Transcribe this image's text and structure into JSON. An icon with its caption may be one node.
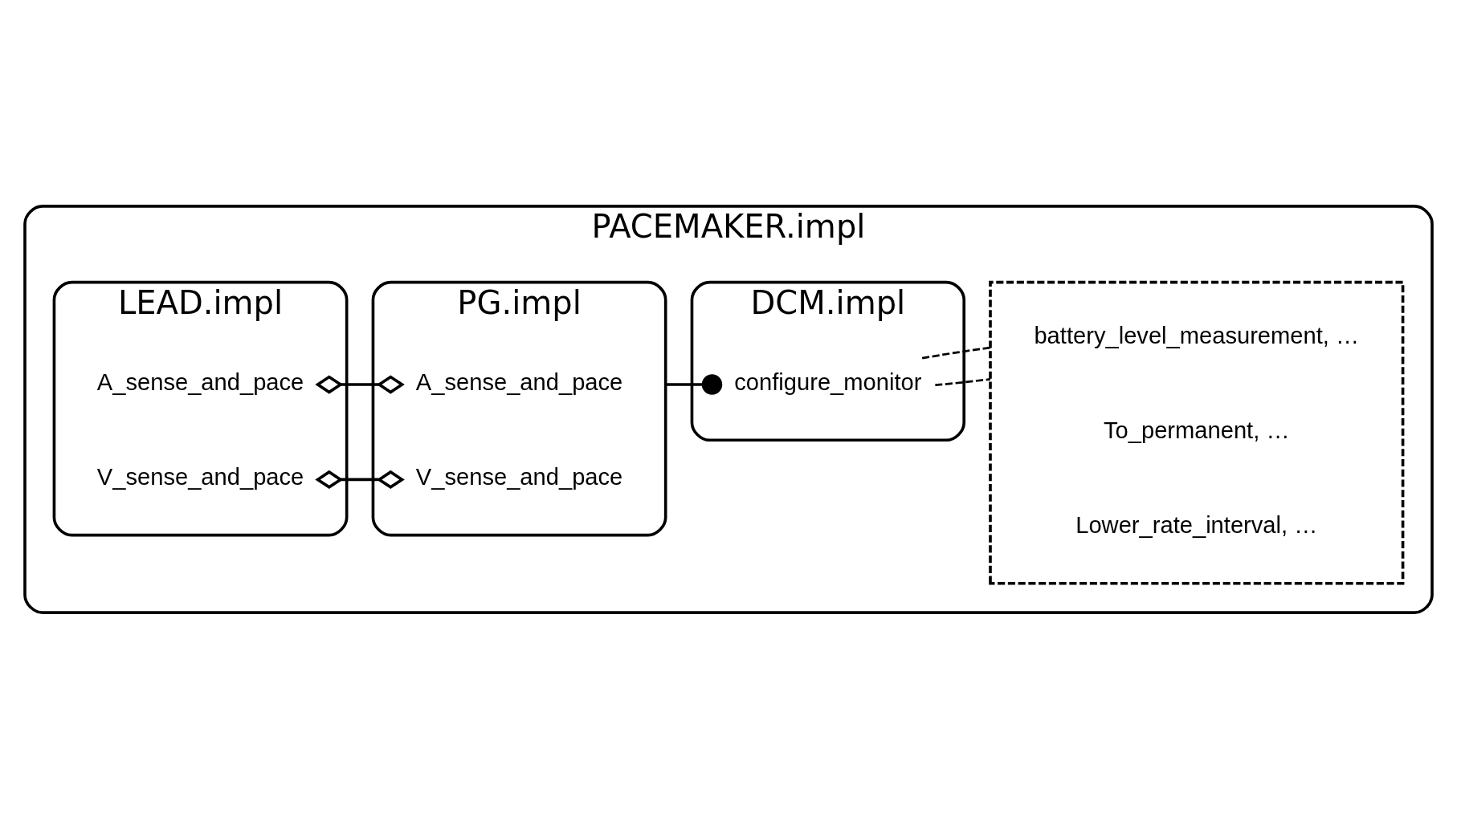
{
  "diagram": {
    "nodes": [
      {
        "text": [
          "PACEMAKER.impl"
        ]
      },
      {
        "text": [
          "PG.impl"
        ],
        "in": 0
      },
      {
        "text": [
          "A_sense_and_pace"
        ],
        "in": 1
      },
      {
        "text": [
          "V_sense_and_pace"
        ],
        "in": 1
      },
      {
        "text": [
          "LEAD.impl"
        ],
        "in": 0
      },
      {
        "text": [
          "A_sense_and_pace"
        ],
        "in": 4
      },
      {
        "text": [
          "V_sense_and_pace"
        ],
        "in": 4
      },
      {
        "text": [
          "DCM.impl"
        ],
        "in": 0
      },
      {
        "text": [
          "configure_monitor"
        ],
        "in": 7
      },
      {
        "text": [],
        "shape": "box",
        "in": 0
      },
      {
        "text": [
          "battery_level_measurement, …"
        ],
        "in": 9
      },
      {
        "text": [
          "To_permanent, …"
        ],
        "in": 9
      },
      {
        "text": [
          "Lower_rate_interval, …"
        ],
        "in": 9
      }
    ],
    "edges": [
      {
        "from": 5,
        "to": 2,
        "arrow": "other"
      },
      {
        "from": 6,
        "to": 3,
        "arrow": "other"
      },
      {
        "from": 1,
        "to": 8,
        "arrow": "other"
      },
      {
        "from": 8,
        "to": 9,
        "arrow": "none",
        "style": "dashed"
      },
      {
        "from": 8,
        "to": 9,
        "arrow": "none",
        "style": "dashed"
      }
    ]
  }
}
